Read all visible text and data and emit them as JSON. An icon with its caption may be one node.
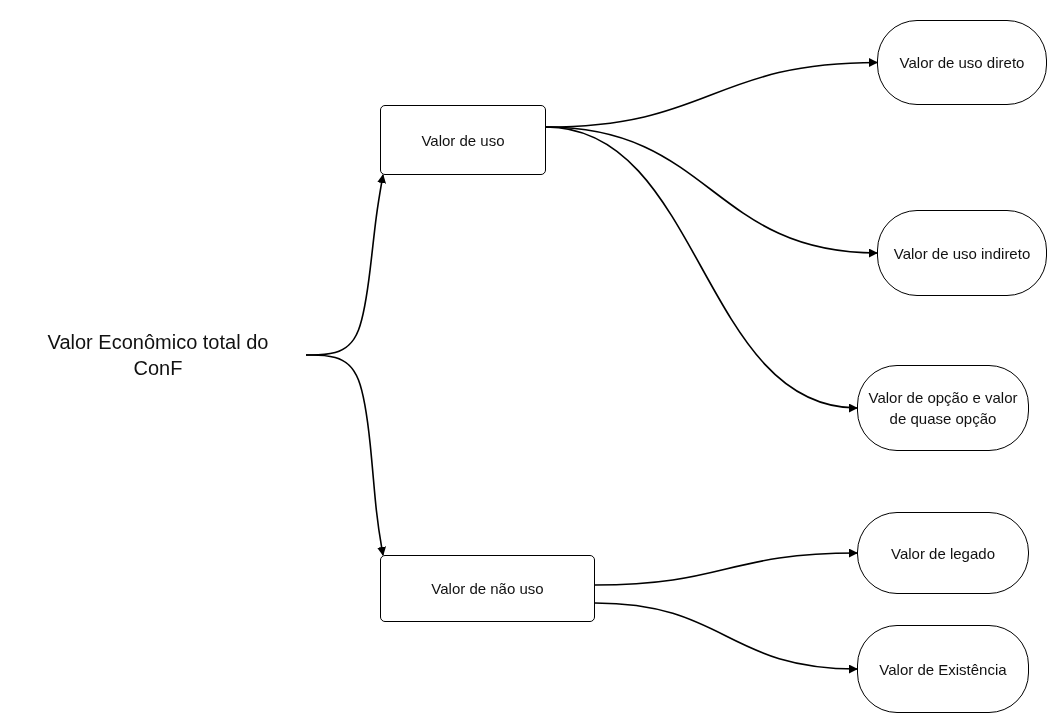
{
  "diagram": {
    "nodes": [
      {
        "text": [
          "Valor Econômico total do ConF"
        ]
      },
      {
        "text": [
          "Valor de uso"
        ]
      },
      {
        "text": [
          "Valor de não uso"
        ]
      },
      {
        "text": [
          "Valor de uso direto"
        ]
      },
      {
        "text": [
          "Valor de uso indireto"
        ]
      },
      {
        "text": [
          "Valor de opção e valor de quase opção"
        ]
      },
      {
        "text": [
          "Valor de legado"
        ]
      },
      {
        "text": [
          "Valor de Existência"
        ]
      }
    ],
    "edges": [
      {
        "from": 0,
        "to": 1,
        "arrow": "to"
      },
      {
        "from": 0,
        "to": 2,
        "arrow": "to"
      },
      {
        "from": 1,
        "to": 3,
        "arrow": "to"
      },
      {
        "from": 1,
        "to": 4,
        "arrow": "to"
      },
      {
        "from": 1,
        "to": 5,
        "arrow": "to"
      },
      {
        "from": 2,
        "to": 6,
        "arrow": "to"
      },
      {
        "from": 2,
        "to": 7,
        "arrow": "to"
      }
    ]
  }
}
